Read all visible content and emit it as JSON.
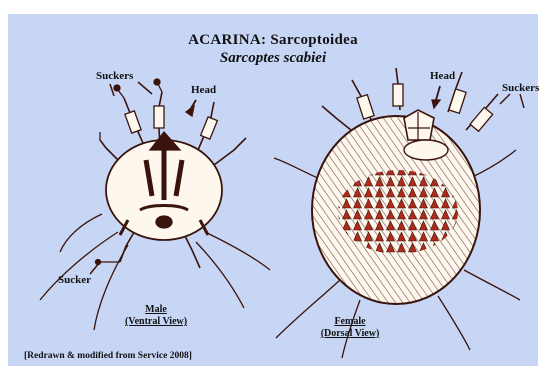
{
  "figure": {
    "title": "ACARINA: Sarcoptoidea",
    "subtitle": "Sarcoptes scabiei",
    "labels": {
      "suckers_left": "Suckers",
      "head_left": "Head",
      "sucker_left": "Sucker",
      "head_right": "Head",
      "suckers_right": "Suckers"
    },
    "male": {
      "name": "Male",
      "view": "(Ventral View)"
    },
    "female": {
      "name": "Female",
      "view": "(Dorsal View)"
    },
    "credit": "[Redrawn & modified from Service 2008]"
  },
  "colors": {
    "background": "#c8d6f6",
    "body": "#fdf7ee",
    "ink": "#4a1d12",
    "spine": "#b02a1a"
  }
}
